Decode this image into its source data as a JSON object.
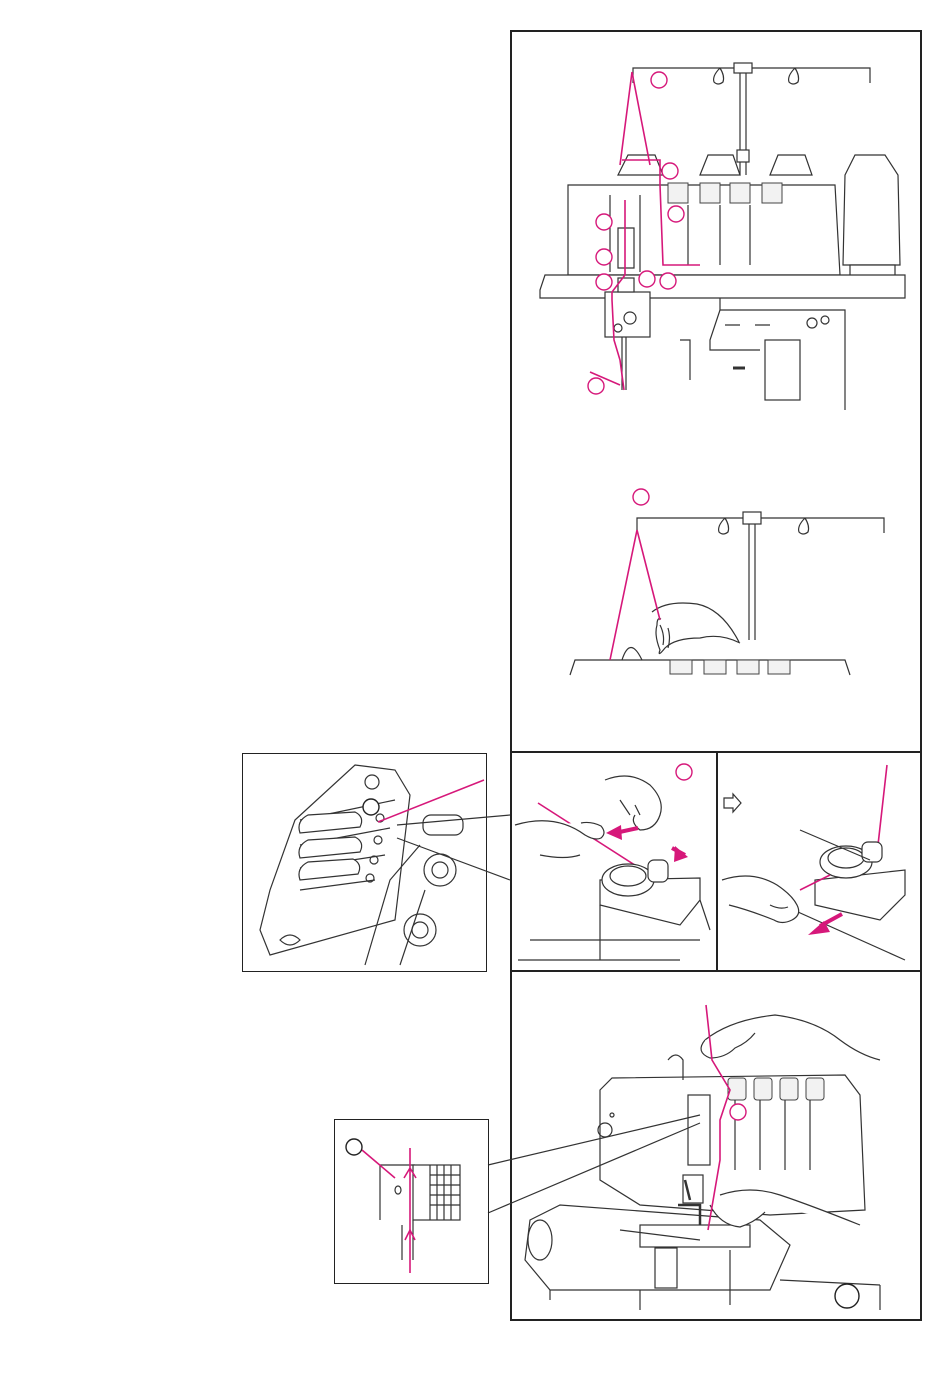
{
  "page": {
    "type": "serger threading manual illustration page",
    "accent_color": "#d6187a",
    "line_color": "#333333",
    "text_blocks": []
  },
  "figures": [
    {
      "id": "fig-upper-looper-thread-path",
      "callout_count": 9
    },
    {
      "id": "fig-thread-guide-pole",
      "callout_count": 1
    },
    {
      "id": "fig-tension-dial-closeup",
      "callout_count": 1
    },
    {
      "id": "fig-thread-into-tension-disc",
      "callout_count": 1
    },
    {
      "id": "fig-pull-thread-step",
      "icon": "right-arrow-outline-icon"
    },
    {
      "id": "fig-hand-threading-machine",
      "callout_count": 2
    },
    {
      "id": "fig-tension-disc-marker-closeup",
      "callout_count": 1
    }
  ]
}
